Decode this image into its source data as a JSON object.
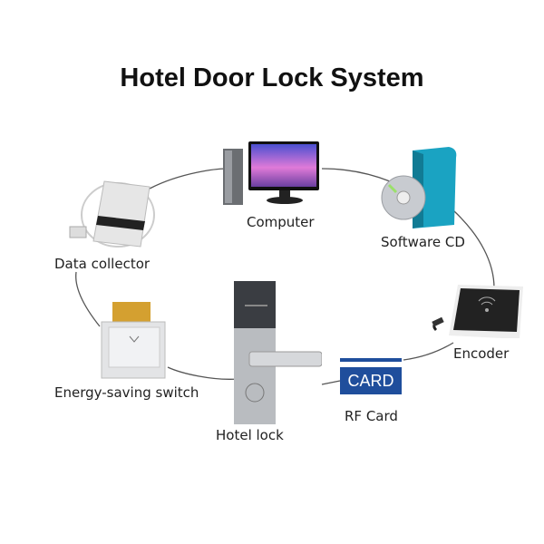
{
  "title": "Hotel Door Lock System",
  "nodes": [
    {
      "id": "computer",
      "label": "Computer",
      "icon": "computer-icon"
    },
    {
      "id": "software-cd",
      "label": "Software CD",
      "icon": "software-cd-icon"
    },
    {
      "id": "encoder",
      "label": "Encoder",
      "icon": "encoder-icon"
    },
    {
      "id": "rf-card",
      "label": "RF Card",
      "icon": "rf-card-icon",
      "card_text": "CARD"
    },
    {
      "id": "hotel-lock",
      "label": "Hotel lock",
      "icon": "hotel-lock-icon"
    },
    {
      "id": "energy-saving-switch",
      "label": "Energy-saving switch",
      "icon": "energy-switch-icon"
    },
    {
      "id": "data-collector",
      "label": "Data collector",
      "icon": "data-collector-icon"
    }
  ],
  "colors": {
    "card_blue": "#1f4e9c",
    "cd_box": "#1aa3c2",
    "ring": "#555555"
  }
}
